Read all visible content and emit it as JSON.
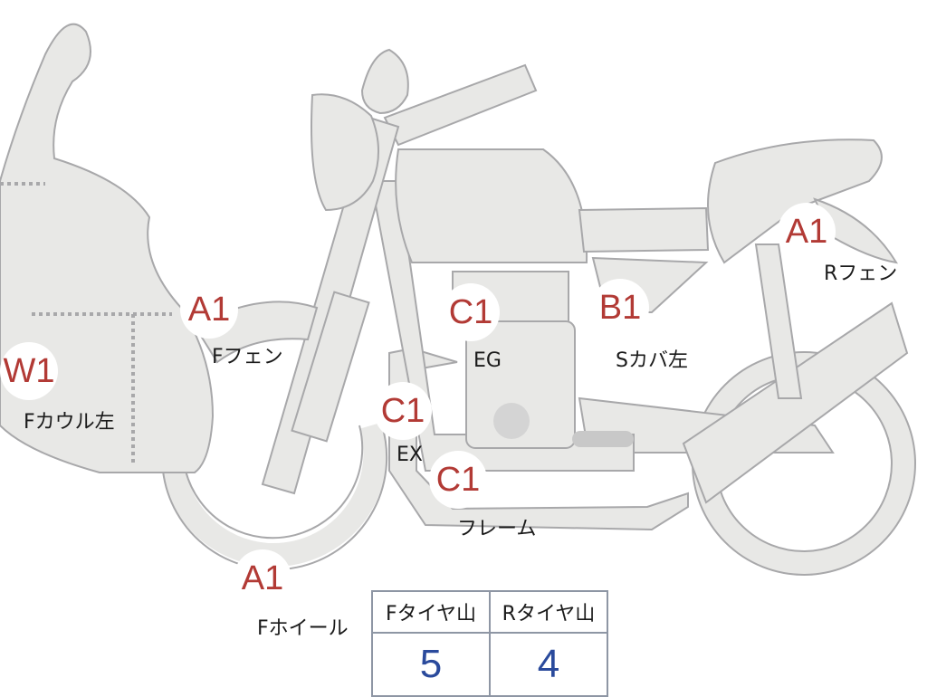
{
  "colors": {
    "part_fill": "#e8e8e6",
    "part_stroke": "#a8a8aa",
    "grade": "#b23a35",
    "tire_value": "#2a4a9c",
    "table_border": "#8e96a4"
  },
  "parts": [
    {
      "key": "w1",
      "grade": "W1",
      "label": "Fカウル左"
    },
    {
      "key": "a1_ffen",
      "grade": "A1",
      "label": "Fフェン"
    },
    {
      "key": "c1_eg",
      "grade": "C1",
      "label": "EG"
    },
    {
      "key": "b1",
      "grade": "B1",
      "label": "Sカバ左"
    },
    {
      "key": "a1_rfen",
      "grade": "A1",
      "label": "Rフェン"
    },
    {
      "key": "c1_ex",
      "grade": "C1",
      "label": "EX"
    },
    {
      "key": "c1_frame",
      "grade": "C1",
      "label": "フレーム"
    },
    {
      "key": "a1_wheel",
      "grade": "A1",
      "label": "Fホイール"
    }
  ],
  "tire_table": {
    "front_header": "Fタイヤ山",
    "rear_header": "Rタイヤ山",
    "front_value": "5",
    "rear_value": "4"
  }
}
